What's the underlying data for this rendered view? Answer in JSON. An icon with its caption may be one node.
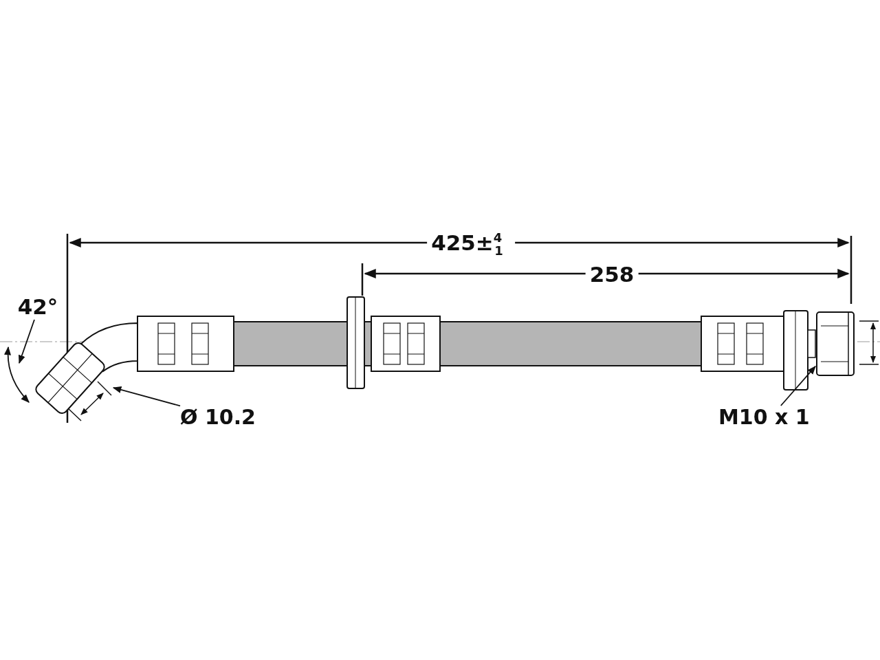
{
  "diagram": {
    "nodes": [
      {
        "text": [
          "Ø 10.2"
        ]
      },
      {
        "text": [],
        "shape": "picture"
      },
      {
        "text": [
          "M10 x 1"
        ]
      },
      {
        "text": [],
        "shape": "picture"
      }
    ],
    "edges": [
      {
        "from": 0,
        "to": 1,
        "arrow": "to"
      },
      {
        "from": 2,
        "to": 3,
        "arrow": "to"
      }
    ],
    "labels": [
      "425±$^{4}$$_{1}$",
      "258",
      "42°"
    ]
  }
}
